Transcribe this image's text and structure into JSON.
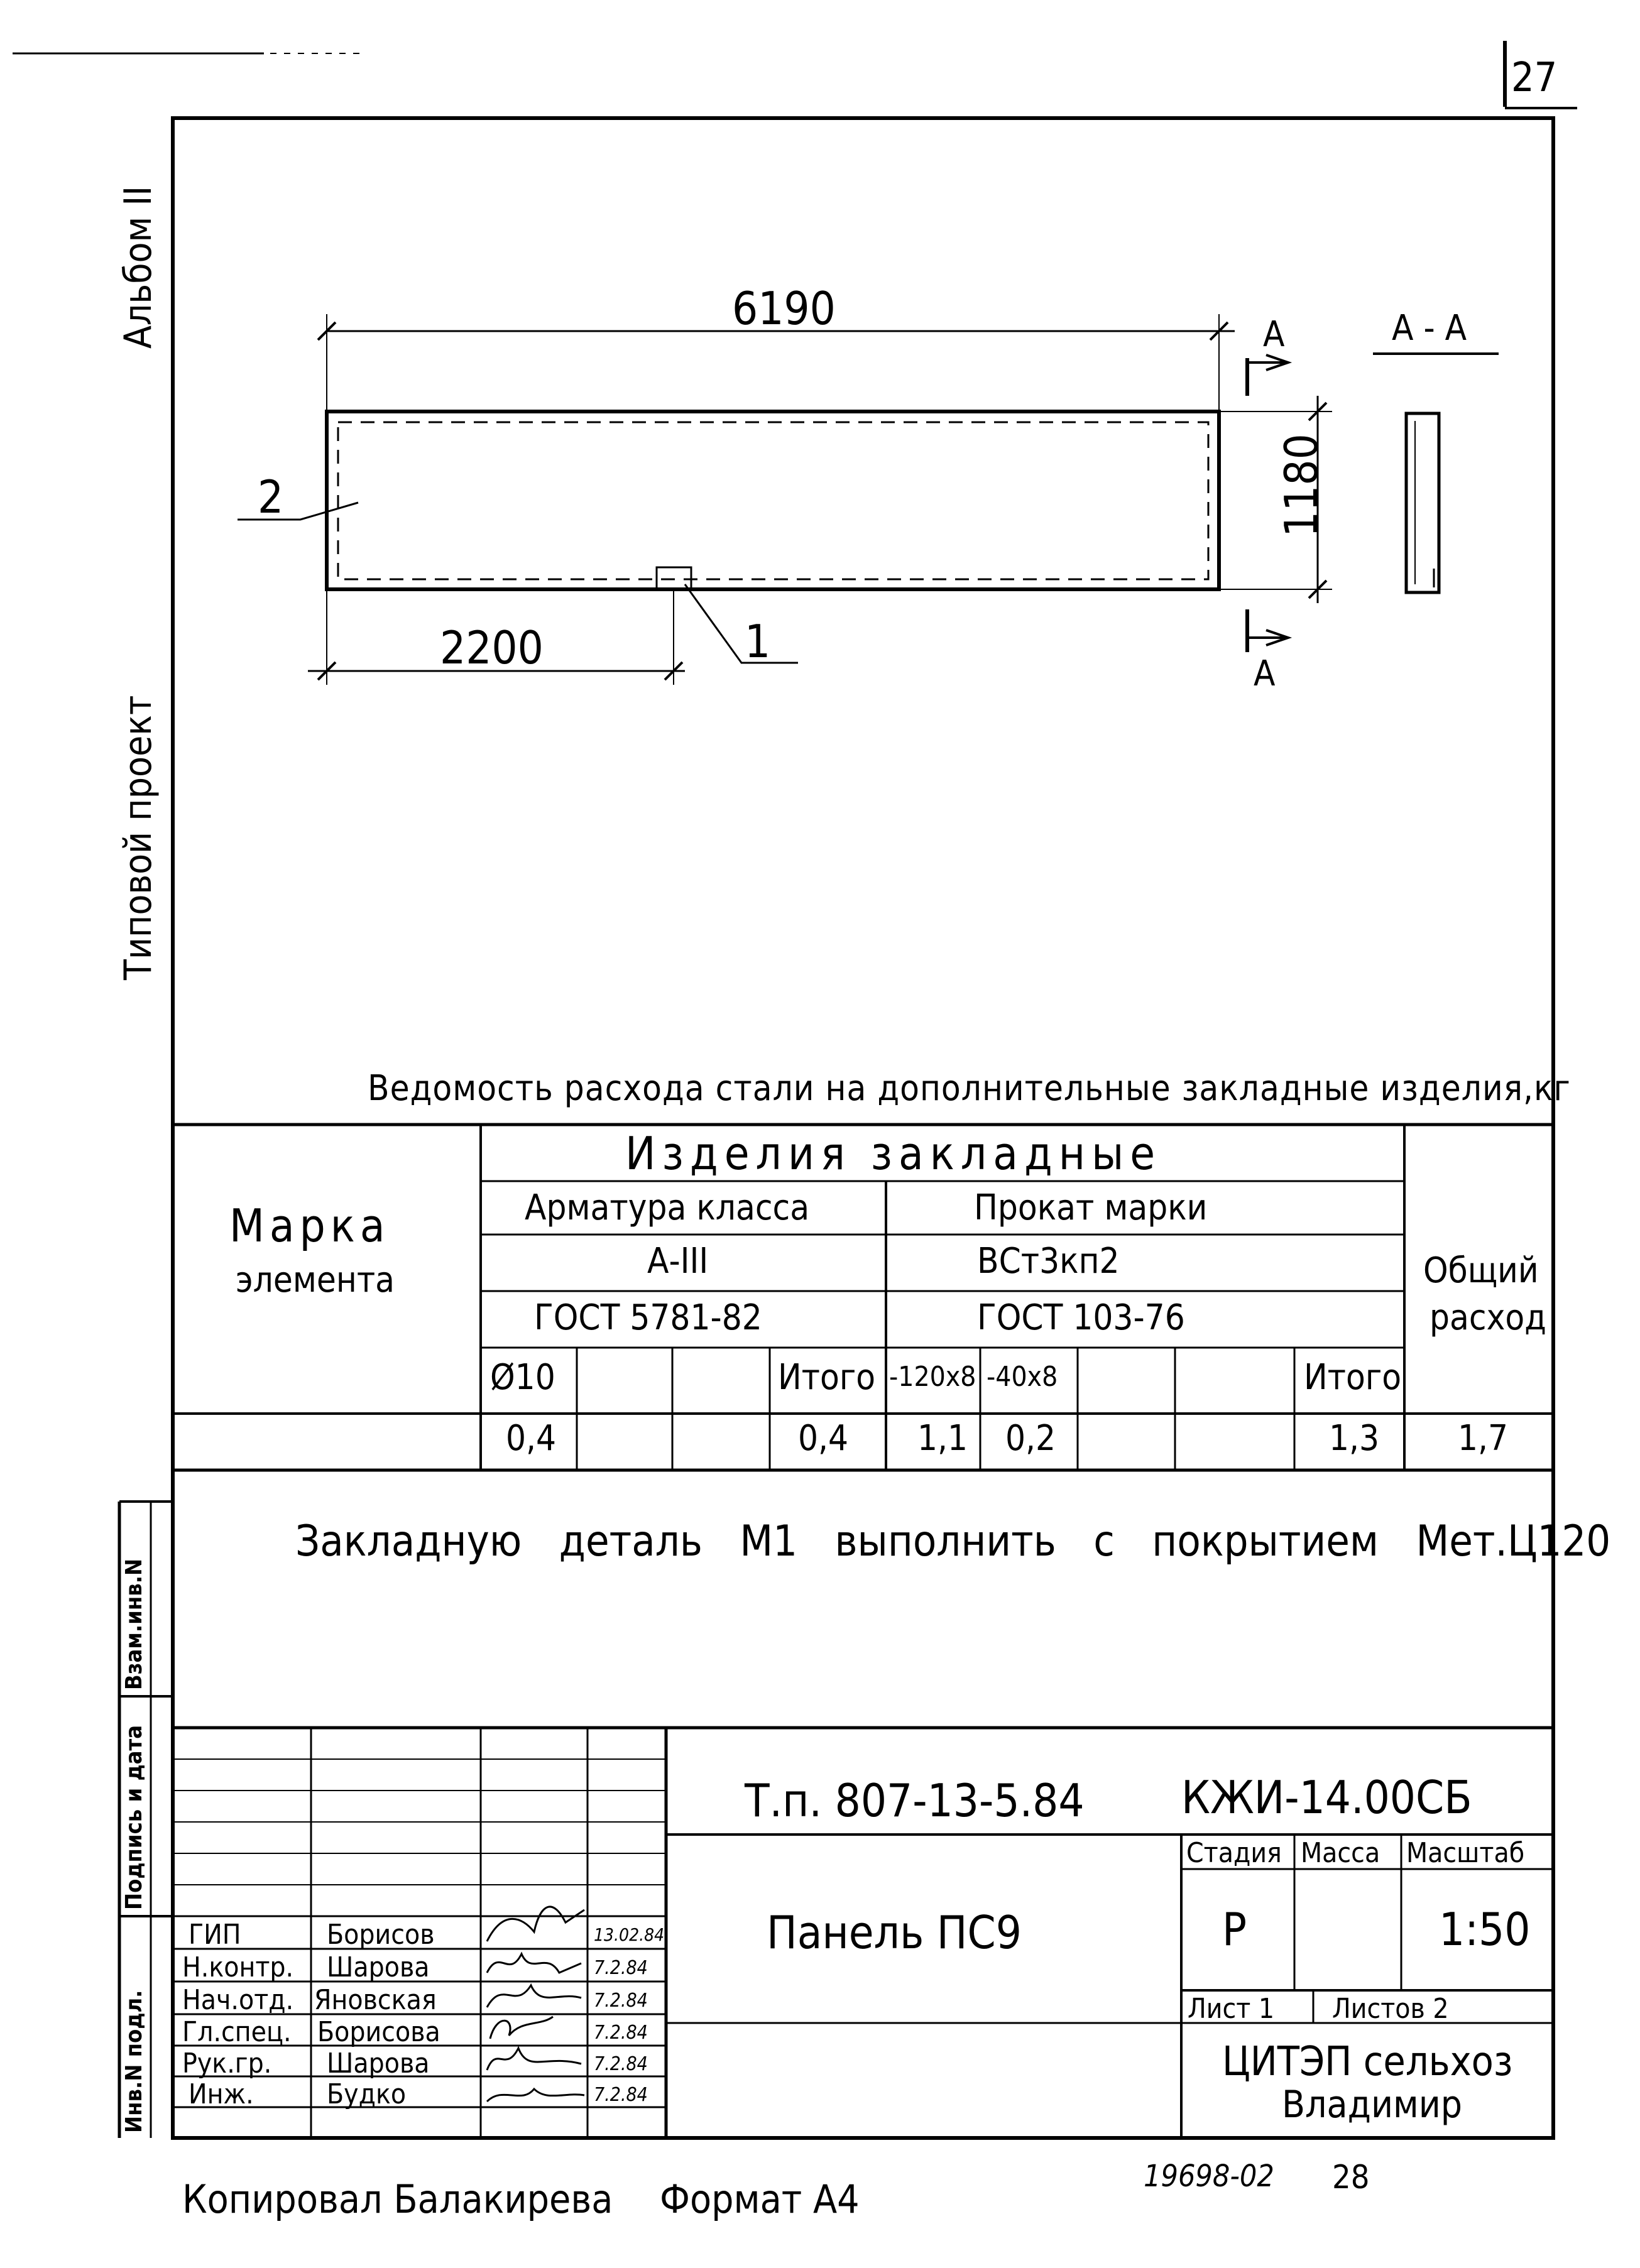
{
  "sheet_number": "27",
  "side_labels": {
    "album": "Альбом II",
    "typical_project": "Типовой проект",
    "left_column_fields": [
      "Инв.N подл.",
      "Подпись и дата",
      "Взам.инв.N"
    ]
  },
  "drawing": {
    "dim_length": "6190",
    "dim_height": "1180",
    "dim_offset": "2200",
    "pos_1": "1",
    "pos_2": "2",
    "section_mark_top": "А",
    "section_mark_bottom": "А",
    "section_title": "А - А"
  },
  "table": {
    "title": "Ведомость расхода стали на дополнительные закладные изделия,кг",
    "header_mark": "Марка элемента",
    "header_mark_l1": "Марка",
    "header_mark_l2": "элемента",
    "header_group": "Изделия закладные",
    "header_rebar": "Арматура класса",
    "header_rolled": "Прокат марки",
    "rebar_class": "А-III",
    "rolled_grade": "ВСт3кп2",
    "rebar_gost": "ГОСТ 5781-82",
    "rolled_gost": "ГОСТ 103-76",
    "header_total": "Общий расход",
    "header_total_l1": "Общий",
    "header_total_l2": "расход",
    "cols": [
      "Ø10",
      "",
      "",
      "Итого",
      "-120x8",
      "-40x8",
      "",
      "",
      "Итого"
    ],
    "row_values": [
      "",
      "0,4",
      "",
      "",
      "0,4",
      "1,1",
      "0,2",
      "",
      "",
      "1,3",
      "1,7"
    ]
  },
  "note": "Закладную деталь М1 выполнить с покрытием Мет.Ц120",
  "title_block": {
    "project_code": "Т.п. 807-13-5.84",
    "doc_code": "КЖИ-14.00СБ",
    "item_name": "Панель ПС9",
    "stage_label": "Стадия",
    "mass_label": "Масса",
    "scale_label": "Масштаб",
    "stage": "Р",
    "mass": "",
    "scale": "1:50",
    "sheet_label": "Лист 1",
    "sheets_label": "Листов 2",
    "organization_l1": "ЦИТЭП сельхоз",
    "organization_l2": "Владимир",
    "staff": [
      {
        "role": "ГИП",
        "name": "Борисов",
        "date": "13.02.84"
      },
      {
        "role": "Н.контр.",
        "name": "Шарова",
        "date": "7.2.84"
      },
      {
        "role": "Нач.отд.",
        "name": "Яновская",
        "date": "7.2.84"
      },
      {
        "role": "Гл.спец.",
        "name": "Борисова",
        "date": "7.2.84"
      },
      {
        "role": "Рук.гр.",
        "name": "Шарова",
        "date": "7.2.84"
      },
      {
        "role": "Инж.",
        "name": "Будко",
        "date": "7.2.84"
      }
    ]
  },
  "footer": {
    "copied_by": "Копировал Балакирева",
    "format": "Формат А4",
    "archive_no": "19698-02",
    "page_no": "28"
  }
}
